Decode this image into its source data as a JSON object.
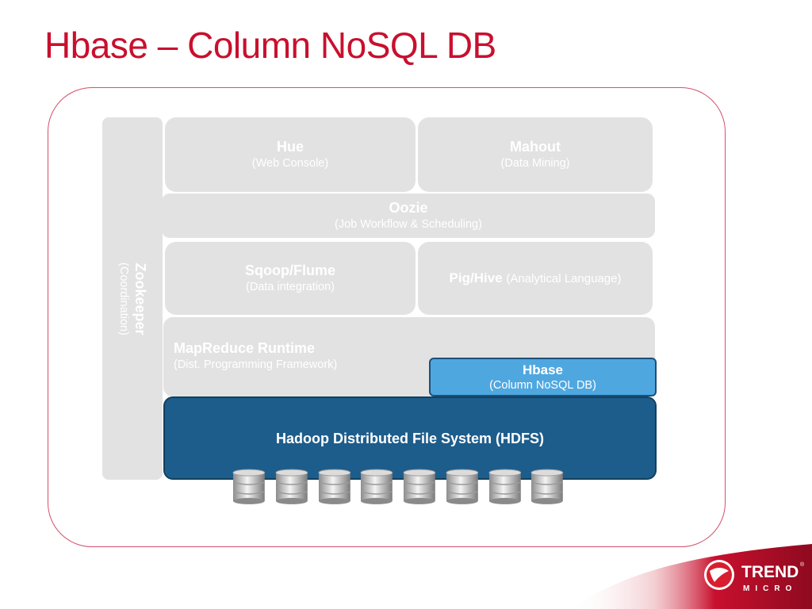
{
  "slide": {
    "title": "Hbase – Column NoSQL DB"
  },
  "stack": {
    "zookeeper": {
      "name": "Zookeeper",
      "desc": "(Coordination)"
    },
    "hue": {
      "name": "Hue",
      "desc": "(Web Console)"
    },
    "mahout": {
      "name": "Mahout",
      "desc": "(Data Mining)"
    },
    "oozie": {
      "name": "Oozie",
      "desc": "(Job Workflow & Scheduling)"
    },
    "sqoop_flume": {
      "name": "Sqoop/Flume",
      "desc": "(Data integration)"
    },
    "pig_hive": {
      "name": "Pig/Hive",
      "desc": "(Analytical Language)"
    },
    "mapreduce": {
      "name": "MapReduce Runtime",
      "desc": "(Dist. Programming Framework)"
    },
    "hbase": {
      "name": "Hbase",
      "desc": "(Column NoSQL DB)"
    },
    "hdfs": {
      "name": "Hadoop Distributed File System (HDFS)"
    },
    "disk_count": 8
  },
  "logo": {
    "line1": "TREND",
    "line2": "MICRO",
    "mark": "®"
  },
  "colors": {
    "title": "#c8102e",
    "frame": "#d4506a",
    "box": "#e2e2e2",
    "hbase": "#4fa7e0",
    "hdfs": "#1d5d8c",
    "logo_band": "#c8102e"
  }
}
